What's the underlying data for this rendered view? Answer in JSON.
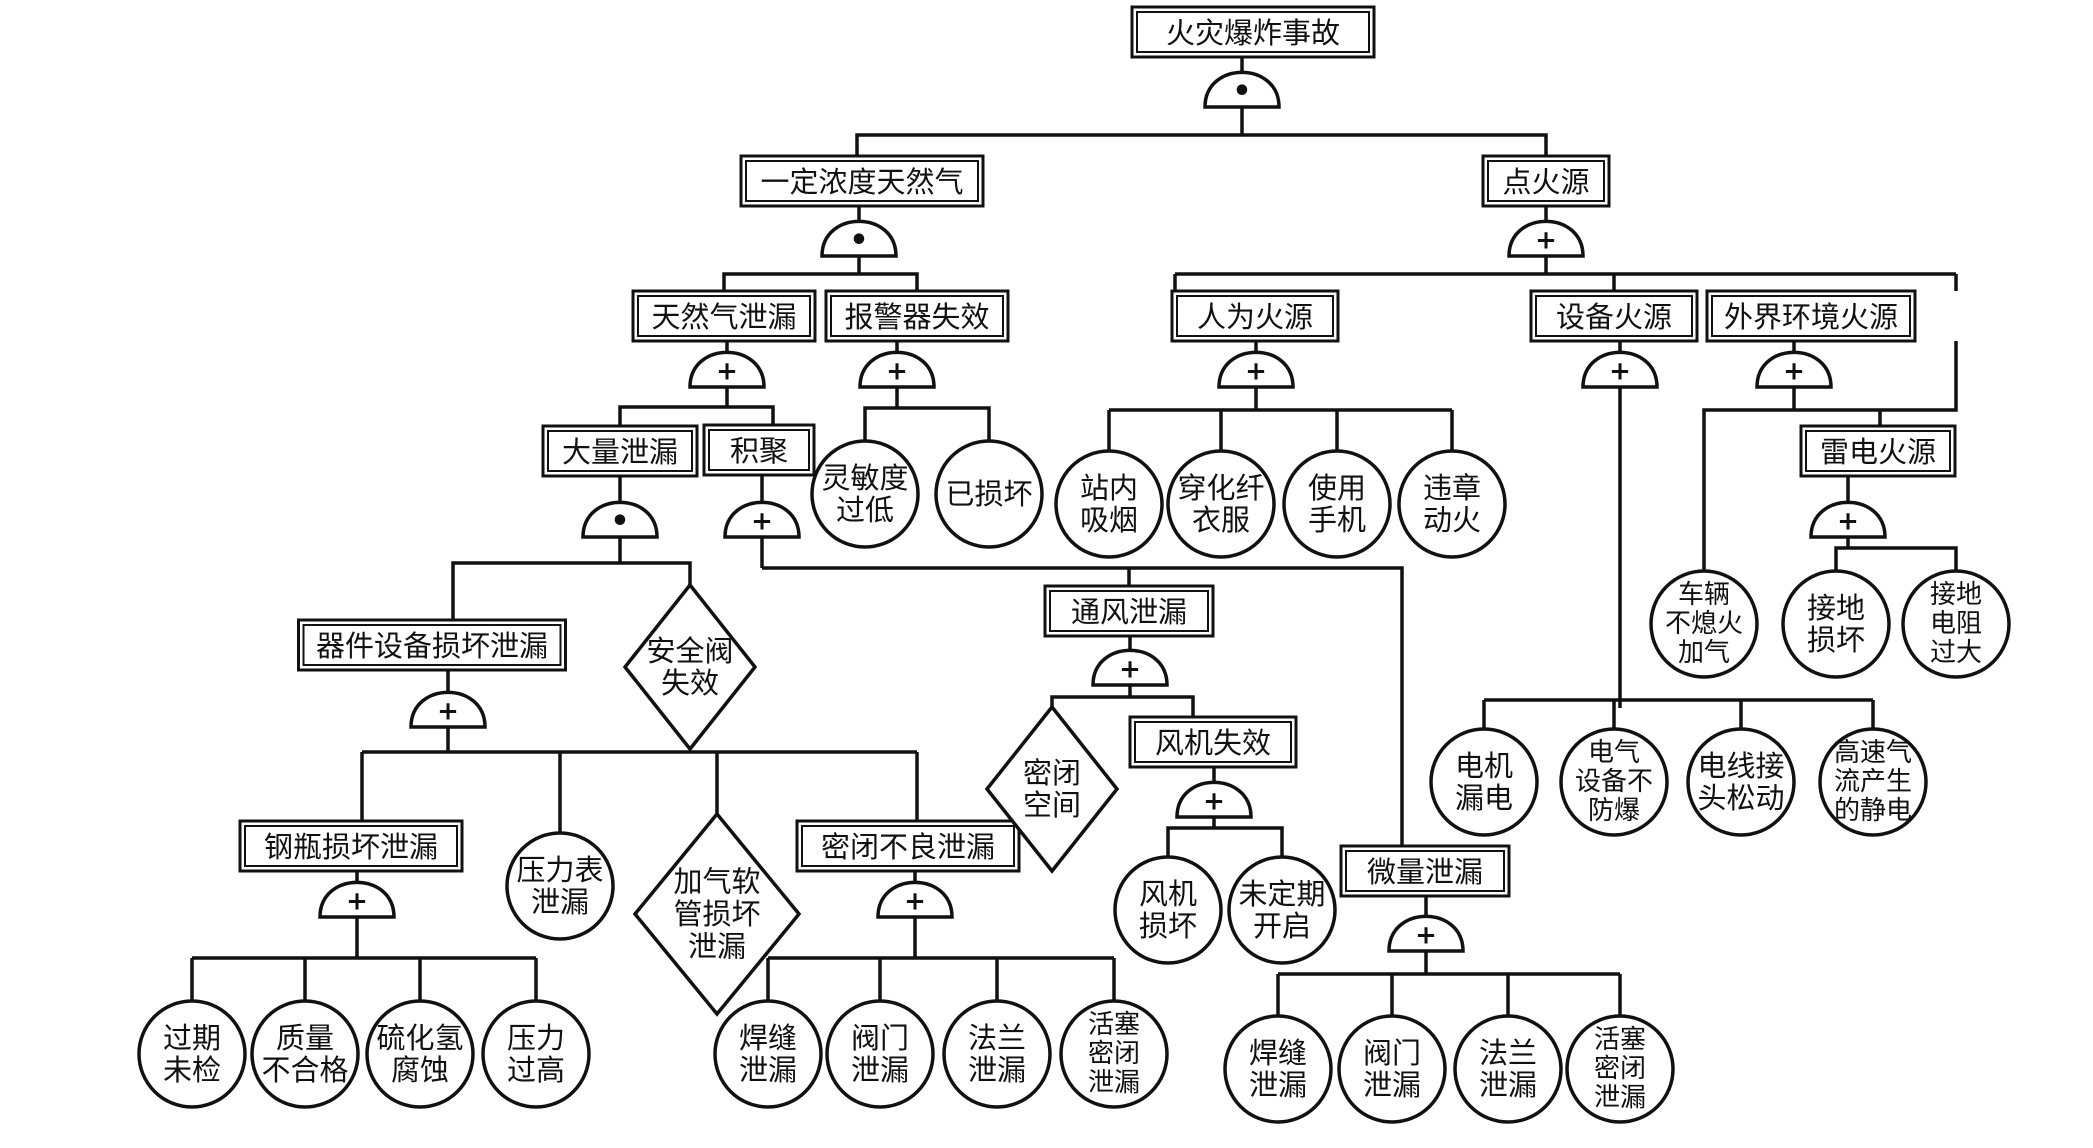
{
  "diagram": {
    "type": "fault-tree",
    "events": {
      "top": "火灾爆炸事故",
      "gas": "一定浓度天然气",
      "ignition": "点火源",
      "leak": "天然气泄漏",
      "alarm": "报警器失效",
      "human": "人为火源",
      "equip": "设备火源",
      "external": "外界环境火源",
      "biglk": "大量泄漏",
      "accum": "积聚",
      "lightning": "雷电火源",
      "device": "器件设备损坏泄漏",
      "vent": "通风泄漏",
      "fanfail": "风机失效",
      "cyl": "钢瓶损坏泄漏",
      "seal": "密闭不良泄漏",
      "micro": "微量泄漏"
    },
    "basic_events": {
      "lm1": [
        "灵敏度",
        "过低"
      ],
      "lm2": [
        "已损坏"
      ],
      "h1": [
        "站内",
        "吸烟"
      ],
      "h2": [
        "穿化纤",
        "衣服"
      ],
      "h3": [
        "使用",
        "手机"
      ],
      "h4": [
        "违章",
        "动火"
      ],
      "v1": [
        "车辆",
        "不熄火",
        "加气"
      ],
      "l1": [
        "接地",
        "损坏"
      ],
      "l2": [
        "接地",
        "电阻",
        "过大"
      ],
      "e1": [
        "电机",
        "漏电"
      ],
      "e2": [
        "电气",
        "设备不",
        "防爆"
      ],
      "e3": [
        "电线接",
        "头松动"
      ],
      "e4": [
        "高速气",
        "流产生",
        "的静电"
      ],
      "f1": [
        "风机",
        "损坏"
      ],
      "f2": [
        "未定期",
        "开启"
      ],
      "pg": [
        "压力表",
        "泄漏"
      ],
      "c1": [
        "过期",
        "未检"
      ],
      "c2": [
        "质量",
        "不合格"
      ],
      "c3": [
        "硫化氢",
        "腐蚀"
      ],
      "c4": [
        "压力",
        "过高"
      ],
      "s1": [
        "焊缝",
        "泄漏"
      ],
      "s2": [
        "阀门",
        "泄漏"
      ],
      "s3": [
        "法兰",
        "泄漏"
      ],
      "s4": [
        "活塞",
        "密闭",
        "泄漏"
      ],
      "m1": [
        "焊缝",
        "泄漏"
      ],
      "m2": [
        "阀门",
        "泄漏"
      ],
      "m3": [
        "法兰",
        "泄漏"
      ],
      "m4": [
        "活塞",
        "密闭",
        "泄漏"
      ]
    },
    "undeveloped_events": {
      "safety": [
        "安全阀",
        "失效"
      ],
      "closed": [
        "密闭",
        "空间"
      ],
      "hose": [
        "加气软",
        "管损坏",
        "泄漏"
      ]
    },
    "gate_symbols": {
      "and": "•",
      "or": "+"
    }
  }
}
